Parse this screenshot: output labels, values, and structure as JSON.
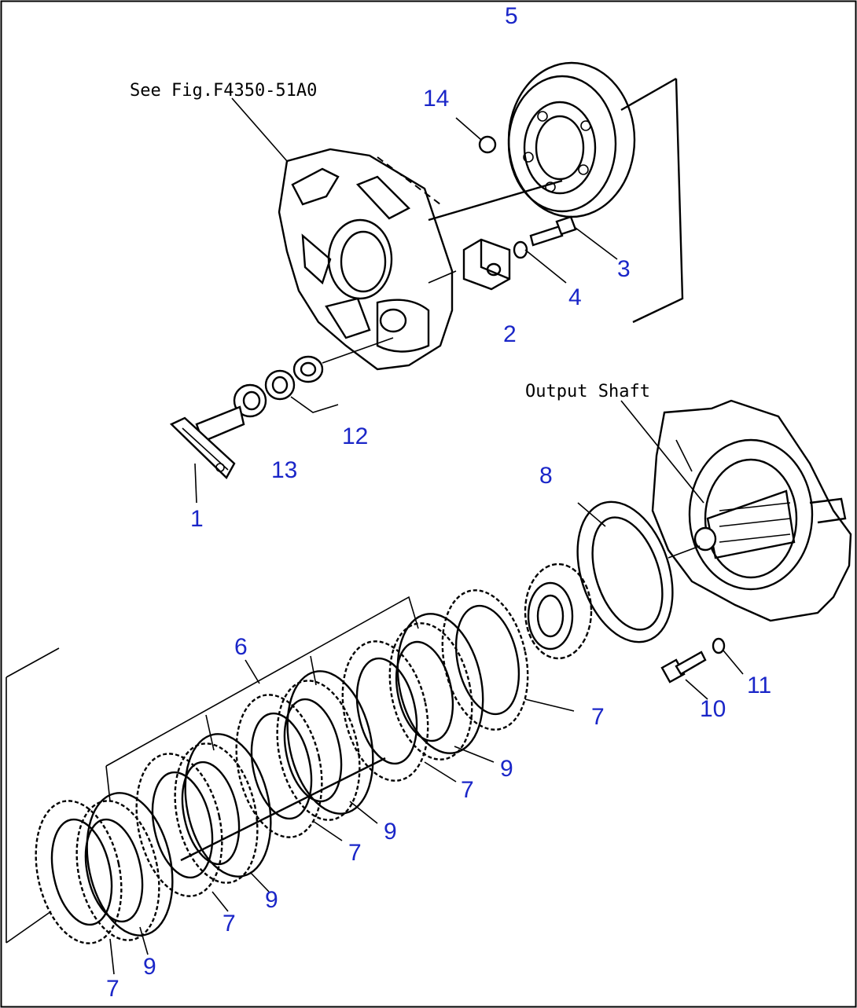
{
  "diagram": {
    "notes": {
      "see_fig": "See Fig.F4350-51A0",
      "output_shaft": "Output Shaft"
    },
    "callouts": [
      {
        "id": "c1",
        "label": "1"
      },
      {
        "id": "c2",
        "label": "2"
      },
      {
        "id": "c3",
        "label": "3"
      },
      {
        "id": "c4",
        "label": "4"
      },
      {
        "id": "c5",
        "label": "5"
      },
      {
        "id": "c6",
        "label": "6"
      },
      {
        "id": "c7a",
        "label": "7"
      },
      {
        "id": "c7b",
        "label": "7"
      },
      {
        "id": "c7c",
        "label": "7"
      },
      {
        "id": "c7d",
        "label": "7"
      },
      {
        "id": "c7e",
        "label": "7"
      },
      {
        "id": "c8",
        "label": "8"
      },
      {
        "id": "c9a",
        "label": "9"
      },
      {
        "id": "c9b",
        "label": "9"
      },
      {
        "id": "c9c",
        "label": "9"
      },
      {
        "id": "c9d",
        "label": "9"
      },
      {
        "id": "c10",
        "label": "10"
      },
      {
        "id": "c11",
        "label": "11"
      },
      {
        "id": "c12",
        "label": "12"
      },
      {
        "id": "c13",
        "label": "13"
      },
      {
        "id": "c14",
        "label": "14"
      }
    ],
    "label_color": "#1a26c8"
  }
}
